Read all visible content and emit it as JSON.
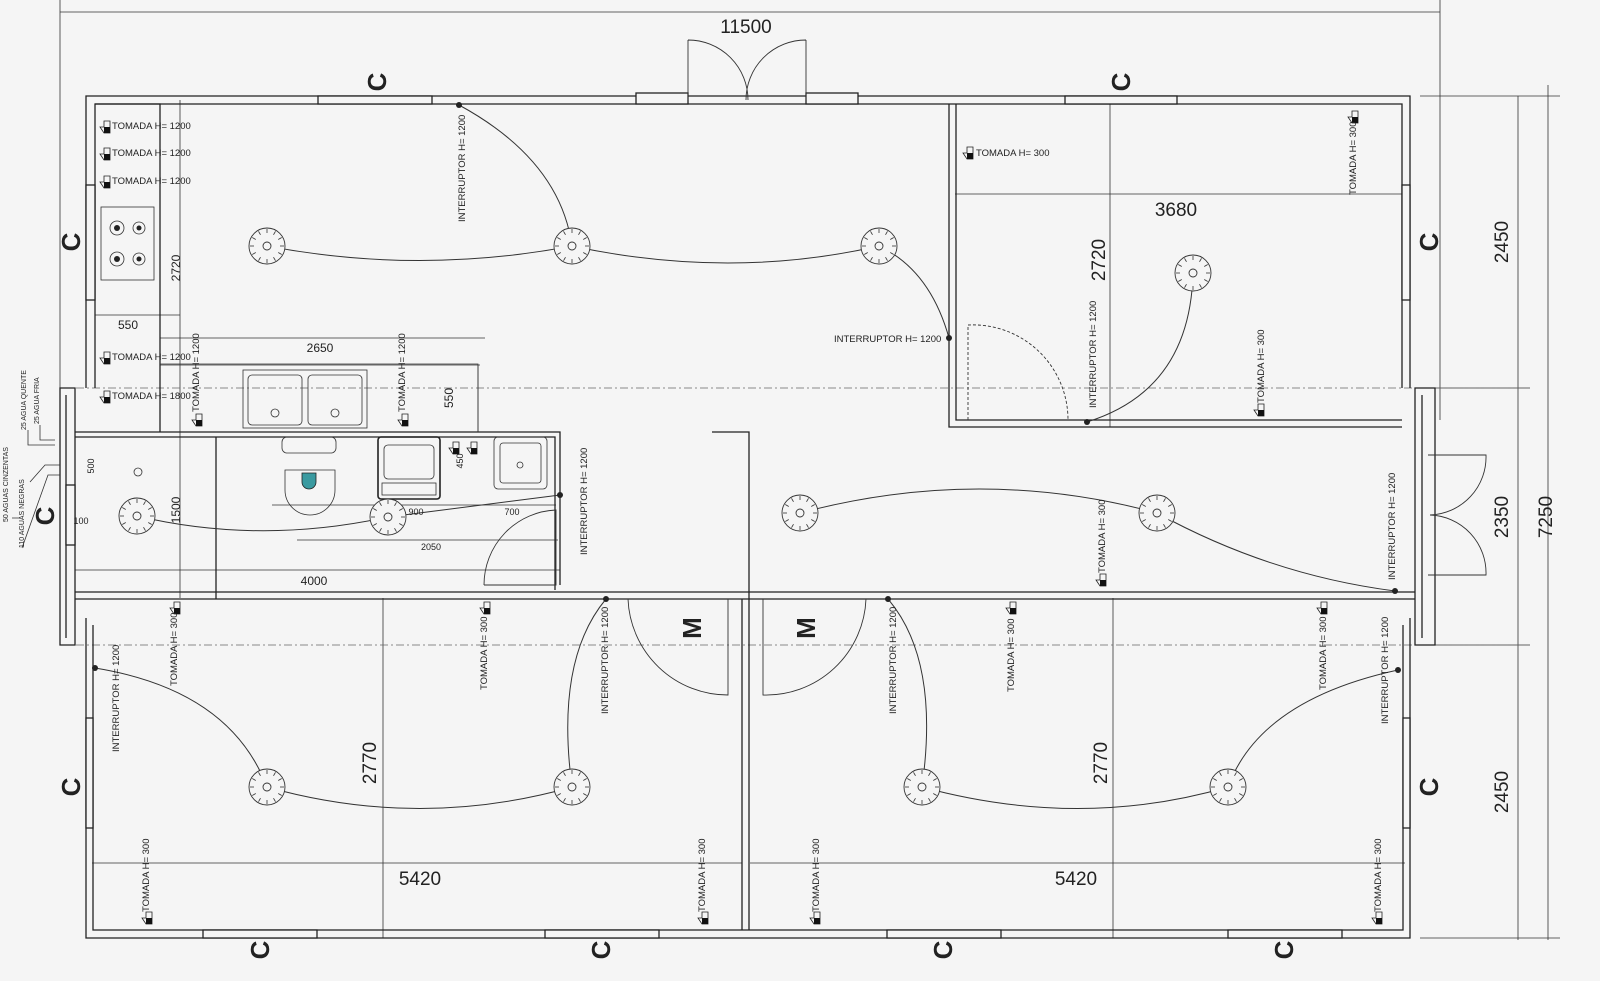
{
  "dimensions": {
    "overall_width": "11500",
    "right_top": "2450",
    "right_middle": "2350",
    "right_total": "7250",
    "right_bottom": "2450",
    "room_width": "3680",
    "room_height": "2720",
    "kitchen_length": "2720",
    "kitchen_depth": "550",
    "counter_length": "2650",
    "counter_depth": "550",
    "bath_depth": "1500",
    "pipe_offset": "500",
    "pipe_small": "100",
    "bath_900": "900",
    "bath_700": "700",
    "bath_2050": "2050",
    "bath_4000": "4000",
    "bath_450": "450",
    "bedroom_left_height": "2770",
    "bedroom_right_height": "2770",
    "bedroom_left_width": "5420",
    "bedroom_right_width": "5420"
  },
  "marks": {
    "window": "C",
    "door": "M"
  },
  "outlets": {
    "t1200": "TOMADA H= 1200",
    "t1800": "TOMADA H= 1800",
    "t300": "TOMADA H= 300"
  },
  "switches": {
    "s1200": "INTERRUPTOR H= 1200"
  },
  "pipes": {
    "hot": "25 AGUA QUENTE",
    "cold": "25 AGUA FRIA",
    "grey": "50 AGUAS CINZENTAS",
    "black": "110 AGUAS NEGRAS"
  },
  "colors": {
    "toilet_seat": "#3a9aa0",
    "lines": "#222222",
    "background": "#f5f5f5"
  }
}
